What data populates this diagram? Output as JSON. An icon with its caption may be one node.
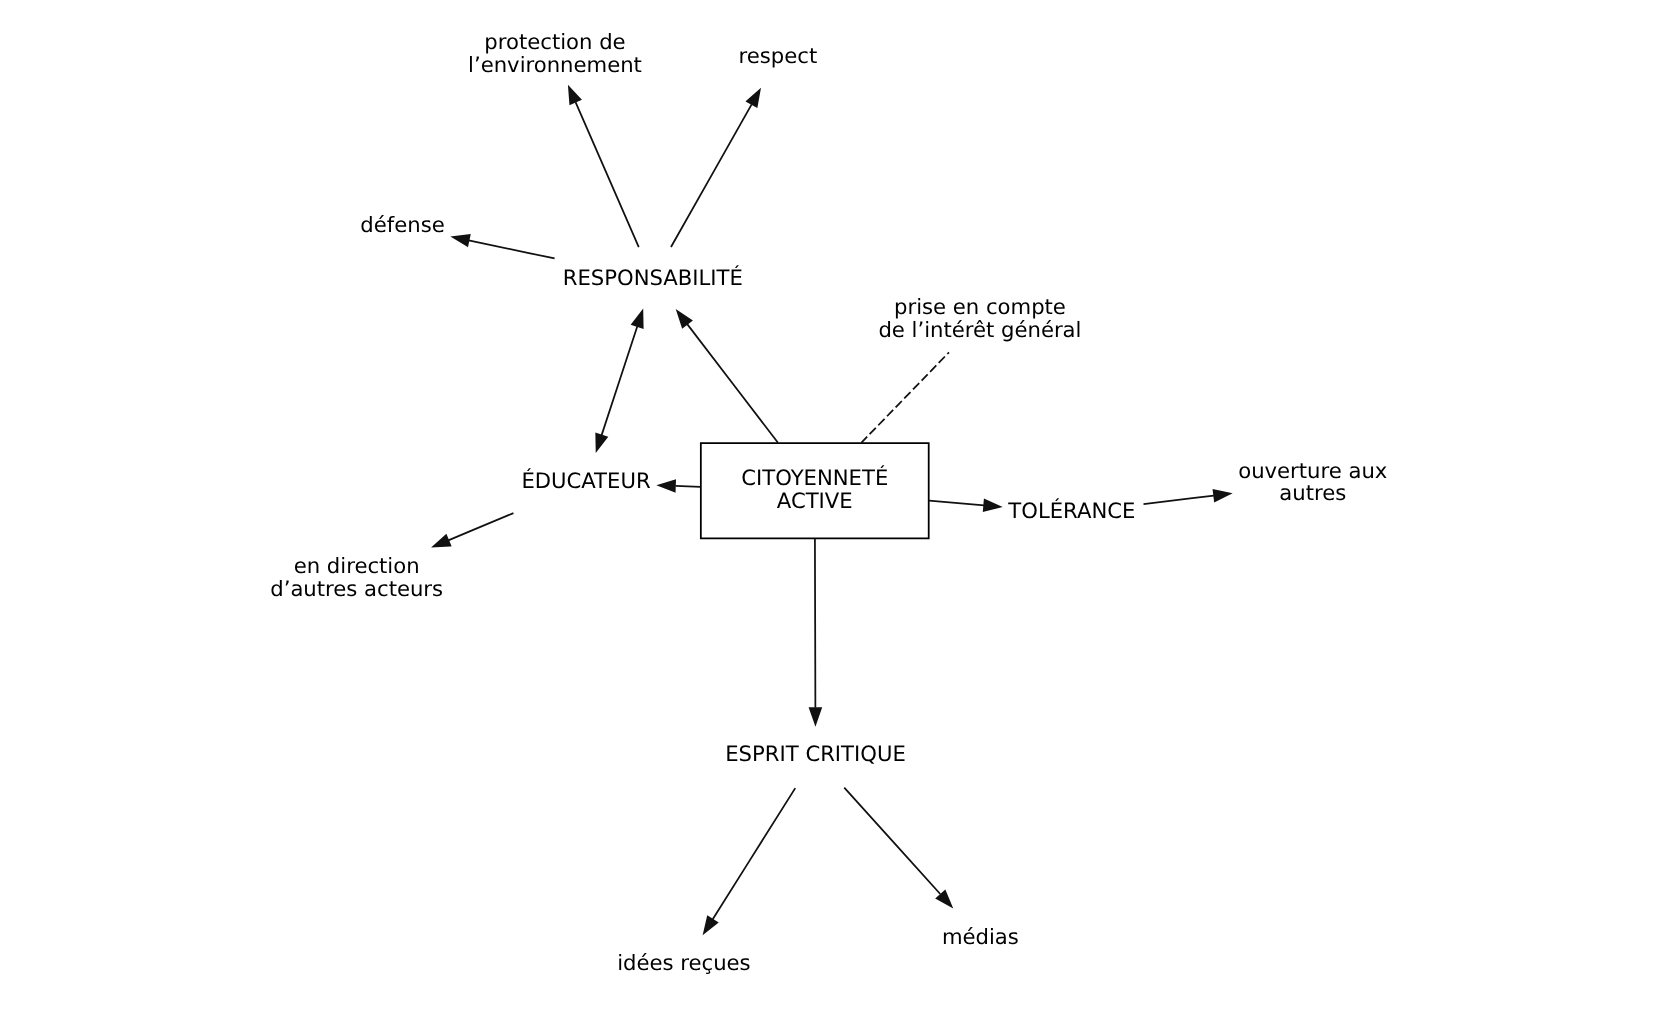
{
  "diagram": {
    "nodes": [
      {
        "text": [
          "CITOYENNETÉ ACTIVE"
        ]
      },
      {
        "text": [
          "ouverture aux autres"
        ]
      },
      {
        "text": [
          "TOLÉRANCE"
        ]
      },
      {
        "text": [
          "RESPONSABILITÉ"
        ]
      },
      {
        "text": [
          "respect"
        ]
      },
      {
        "text": [
          "protection de l’environnement"
        ]
      },
      {
        "text": [
          "défense"
        ]
      },
      {
        "text": [
          "médias"
        ]
      },
      {
        "text": [
          "ESPRIT CRITIQUE"
        ]
      },
      {
        "text": [
          "ÉDUCATEUR"
        ]
      },
      {
        "text": [
          "idées reçues"
        ]
      },
      {
        "text": [
          "en direction d’autres acteurs"
        ]
      },
      {
        "text": [
          "prise en compte de l’intérêt général"
        ]
      }
    ],
    "edges": [
      {
        "from": 0,
        "to": 2,
        "arrow": "to"
      },
      {
        "from": 0,
        "to": 3,
        "arrow": "to"
      },
      {
        "from": 0,
        "to": 8,
        "arrow": "to"
      },
      {
        "from": 0,
        "to": 9,
        "arrow": "to"
      },
      {
        "from": 0,
        "to": 12,
        "arrow": "none",
        "style": "dashed"
      },
      {
        "from": 2,
        "to": 1,
        "arrow": "to"
      },
      {
        "from": 3,
        "to": 4,
        "arrow": "to"
      },
      {
        "from": 3,
        "to": 5,
        "arrow": "to"
      },
      {
        "from": 3,
        "to": 6,
        "arrow": "to"
      },
      {
        "from": 3,
        "to": 9,
        "arrow": "both"
      },
      {
        "from": 8,
        "to": 7,
        "arrow": "to"
      },
      {
        "from": 8,
        "to": 10,
        "arrow": "to"
      },
      {
        "from": 9,
        "to": 11,
        "arrow": "to"
      }
    ]
  }
}
